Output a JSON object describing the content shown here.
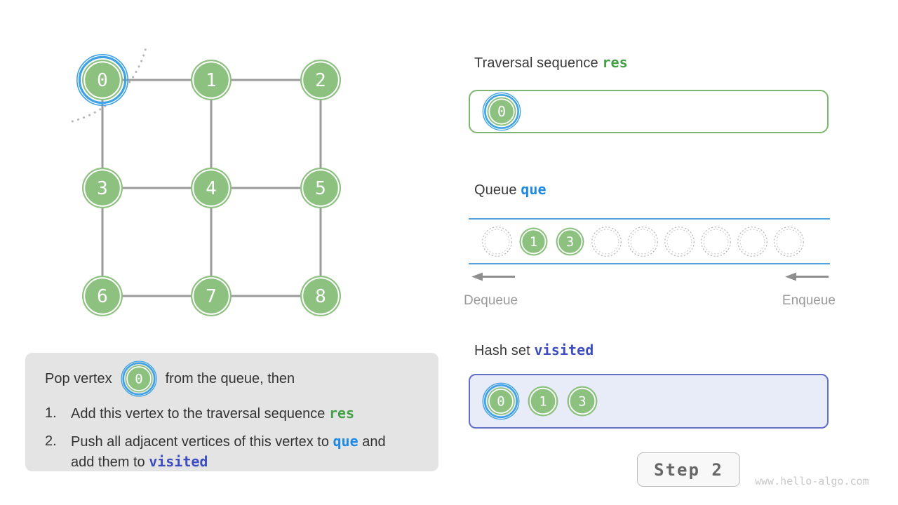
{
  "graph": {
    "vertices": [
      "0",
      "1",
      "2",
      "3",
      "4",
      "5",
      "6",
      "7",
      "8"
    ],
    "highlighted_vertex": "0"
  },
  "traversal": {
    "heading": "Traversal sequence",
    "code": "res",
    "items": [
      "0"
    ]
  },
  "queue": {
    "heading": "Queue",
    "code": "que",
    "slots": [
      "",
      "1",
      "3",
      "",
      "",
      "",
      "",
      "",
      ""
    ],
    "dequeue_label": "Dequeue",
    "enqueue_label": "Enqueue"
  },
  "hashset": {
    "heading": "Hash set",
    "code": "visited",
    "items": [
      "0",
      "1",
      "3"
    ]
  },
  "explain": {
    "intro_pre": "Pop vertex",
    "intro_vertex": "0",
    "intro_post": "from the queue, then",
    "step1_num": "1.",
    "step1_text": "Add this vertex to the traversal sequence ",
    "step1_code": "res",
    "step2_num": "2.",
    "step2_text": "Push all adjacent vertices of this vertex to ",
    "step2_code1": "que",
    "step2_mid": " and add them to ",
    "step2_code2": "visited"
  },
  "footer": {
    "step_label": "Step 2",
    "watermark": "www.hello-algo.com"
  },
  "colors": {
    "vertex_green": "#8cc17f",
    "highlight_blue": "#3ea2e5",
    "code_green": "#43a047",
    "code_blue": "#1e88e5",
    "code_indigo": "#3d4cbf",
    "queue_line_blue": "#54a3da",
    "hash_border_indigo": "#6170c5",
    "edge_gray": "#9b9b9b"
  }
}
